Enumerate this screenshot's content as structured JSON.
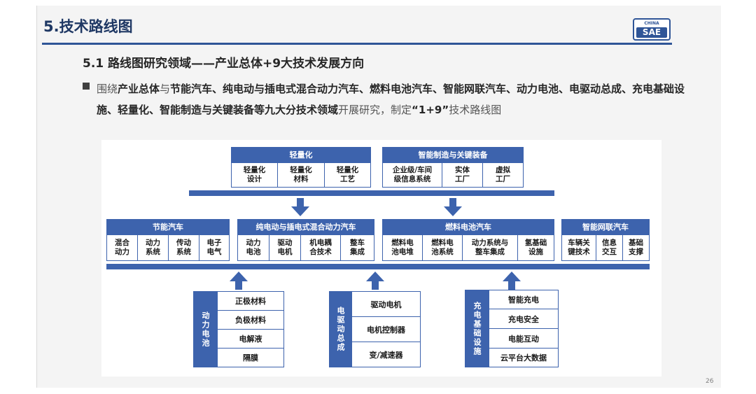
{
  "slide": {
    "title": "5.技术路线图",
    "subtitle": "5.1  路线图研究领域——产业总体+9大技术发展方向",
    "logo": {
      "top": "CHINA",
      "main": "SAE"
    },
    "page_number": "26",
    "paragraph": {
      "p1": "围绕",
      "b1": "产业总体",
      "p2": "与",
      "b2": "节能汽车、纯电动与插电式混合动力汽车、燃料电池汽车、智能网联汽车、动力电池、电驱动总成、充电基础设施、轻量化、智能制造与关键装备等九大分技术领域",
      "p3": "开展研究，制定",
      "b3": "“1+9”",
      "p4": "技术路线图"
    }
  },
  "diagram": {
    "top_blocks": [
      {
        "header": "轻量化",
        "cells": [
          "轻量化\n设计",
          "轻量化\n材料",
          "轻量化\n工艺"
        ]
      },
      {
        "header": "智能制造与关键装备",
        "cells": [
          "企业级/车间\n级信息系统",
          "实体\n工厂",
          "虚拟\n工厂"
        ]
      }
    ],
    "mid_blocks": [
      {
        "header": "节能汽车",
        "cells": [
          "混合\n动力",
          "动力\n系统",
          "传动\n系统",
          "电子\n电气"
        ]
      },
      {
        "header": "纯电动与插电式混合动力汽车",
        "cells": [
          "动力\n电池",
          "驱动\n电机",
          "机电耦\n合技术",
          "整车\n集成"
        ]
      },
      {
        "header": "燃料电池汽车",
        "cells": [
          "燃料电\n池电堆",
          "燃料电\n池系统",
          "动力系统与\n整车集成",
          "氢基础\n设施"
        ]
      },
      {
        "header": "智能网联汽车",
        "cells": [
          "车辆关\n键技术",
          "信息\n交互",
          "基础\n支撑"
        ]
      }
    ],
    "bottom_groups": [
      {
        "label": "动力电池",
        "items": [
          "正极材料",
          "负极材料",
          "电解液",
          "隔膜"
        ]
      },
      {
        "label": "电驱动总成",
        "items": [
          "驱动电机",
          "电机控制器",
          "变/减速器"
        ]
      },
      {
        "label": "充电基础设施",
        "items": [
          "智能充电",
          "充电安全",
          "电能互动",
          "云平台大数据"
        ]
      }
    ]
  }
}
